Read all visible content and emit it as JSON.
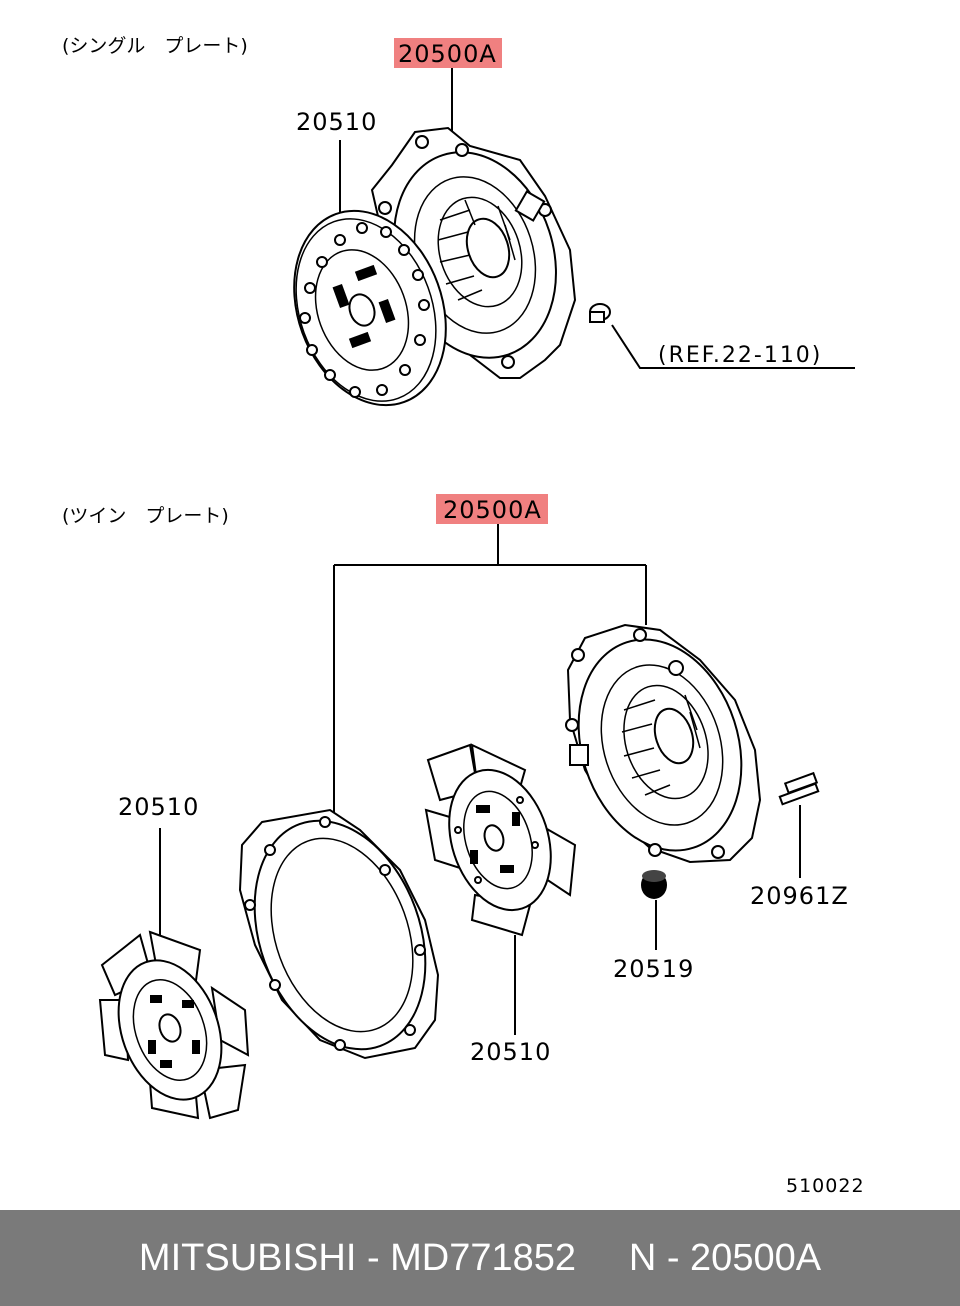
{
  "sections": {
    "single": "(シングル　プレート)",
    "twin": "(ツイン　プレート)"
  },
  "labels": {
    "top_highlight": "20500A",
    "top_disc": "20510",
    "top_ref": "(REF.22-110)",
    "twin_highlight": "20500A",
    "twin_left_disc": "20510",
    "twin_mid_disc": "20510",
    "twin_bearing": "20519",
    "twin_bolt": "20961Z"
  },
  "diagram_code": "510022",
  "footer": {
    "text": "MITSUBISHI - MD771852     N - 20500A"
  },
  "colors": {
    "highlight": "#f08080",
    "footer_bg": "#7a7a7a",
    "footer_text": "#ffffff"
  }
}
